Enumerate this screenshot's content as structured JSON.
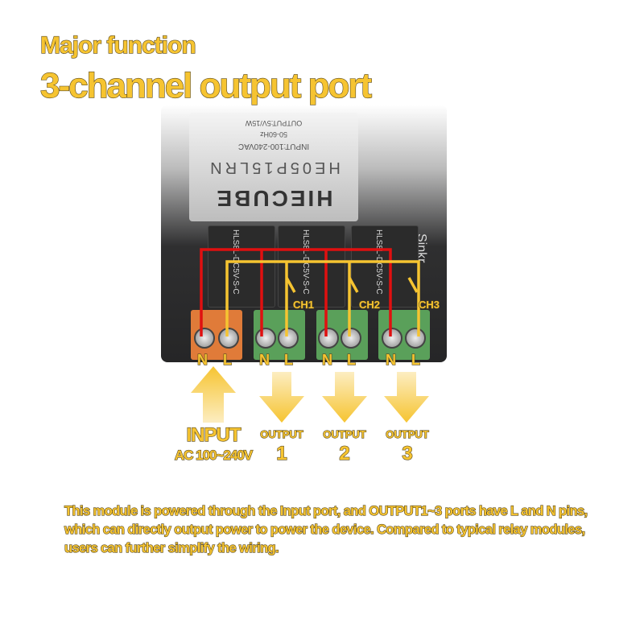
{
  "header": {
    "subtitle": "Major function",
    "title": "3-channel output port"
  },
  "board": {
    "psu_brand": "HIECUBE",
    "psu_model": "HE05P15LRN",
    "psu_input": "INPUT:100-240VAC",
    "psu_freq": "50-60Hz",
    "psu_output": "OUTPUT:5V/15W",
    "brand": "Sinkr",
    "relay_model": "HLS8L-DC5V-S-C"
  },
  "terminals": [
    {
      "type": "input",
      "color": "#e07b39",
      "pins": [
        "N",
        "L"
      ]
    },
    {
      "type": "output",
      "color": "#5aa05a",
      "pins": [
        "N",
        "L"
      ],
      "channel": "CH1"
    },
    {
      "type": "output",
      "color": "#5aa05a",
      "pins": [
        "N",
        "L"
      ],
      "channel": "CH2"
    },
    {
      "type": "output",
      "color": "#5aa05a",
      "pins": [
        "N",
        "L"
      ],
      "channel": "CH3"
    }
  ],
  "captions": {
    "input_label": "INPUT",
    "input_voltage": "AC 100~240V",
    "output_label": "OUTPUT",
    "outputs": [
      "1",
      "2",
      "3"
    ]
  },
  "description": "This module is powered through the Input port, and OUTPUT1~3 ports have L and N pins, which can directly output power to power the device. Compared to typical relay modules, users can further simplify the wiring.",
  "colors": {
    "accent": "#f6c431",
    "wire_n": "#e01010",
    "wire_l": "#f6c431"
  }
}
